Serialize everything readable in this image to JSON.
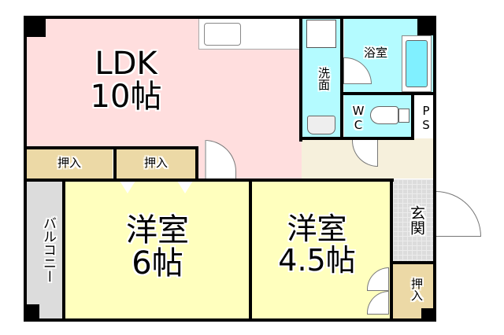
{
  "floorplan": {
    "colors": {
      "ldk": "#ffdede",
      "western_room": "#ffffbe",
      "wet_area": "#b4fbff",
      "closet": "#ecd9a6",
      "hallway": "#f6f0dc",
      "entrance": "#dcdcdc",
      "balcony": "#dcdcdc",
      "wall": "#000000",
      "bathtub": "#80f0ff"
    },
    "rooms": {
      "ldk": {
        "name": "LDK",
        "size": "10帖"
      },
      "western_6": {
        "name": "洋室",
        "size": "6帖"
      },
      "western_45": {
        "name": "洋室",
        "size": "4.5帖"
      },
      "bathroom": {
        "name": "浴室"
      },
      "washroom": {
        "name": "洗面"
      },
      "toilet": {
        "name": "WC"
      },
      "pipe_space": {
        "name": "PS"
      },
      "entrance": {
        "name": "玄関"
      },
      "balcony": {
        "name": "バルコニー"
      },
      "closet_1": {
        "name": "押入"
      },
      "closet_2": {
        "name": "押入"
      },
      "closet_3": {
        "name": "押入"
      }
    }
  }
}
